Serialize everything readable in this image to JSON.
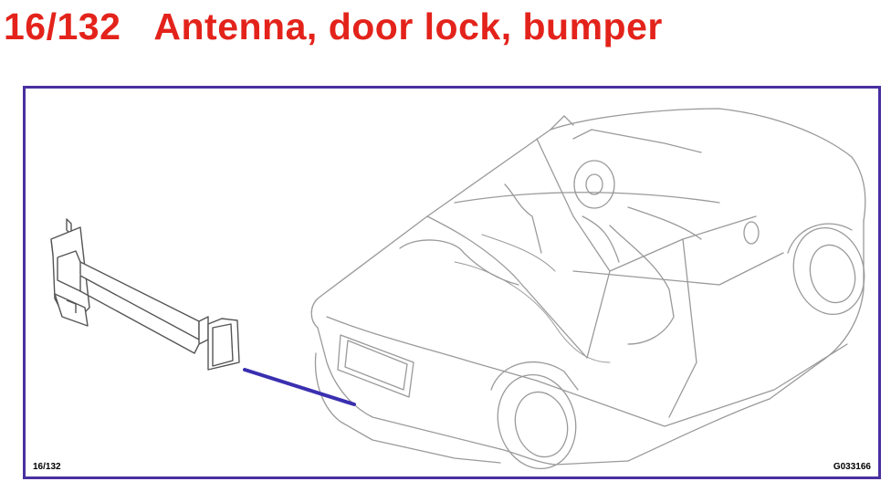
{
  "header": {
    "number": "16/132",
    "title": "Antenna, door lock, bumper"
  },
  "diagram": {
    "ref_left": "16/132",
    "ref_right": "G033166"
  },
  "colors": {
    "title": "#e3231b",
    "frame": "#4a2fa0",
    "pointer": "#3a2fb0",
    "line": "#9a9a9a"
  }
}
